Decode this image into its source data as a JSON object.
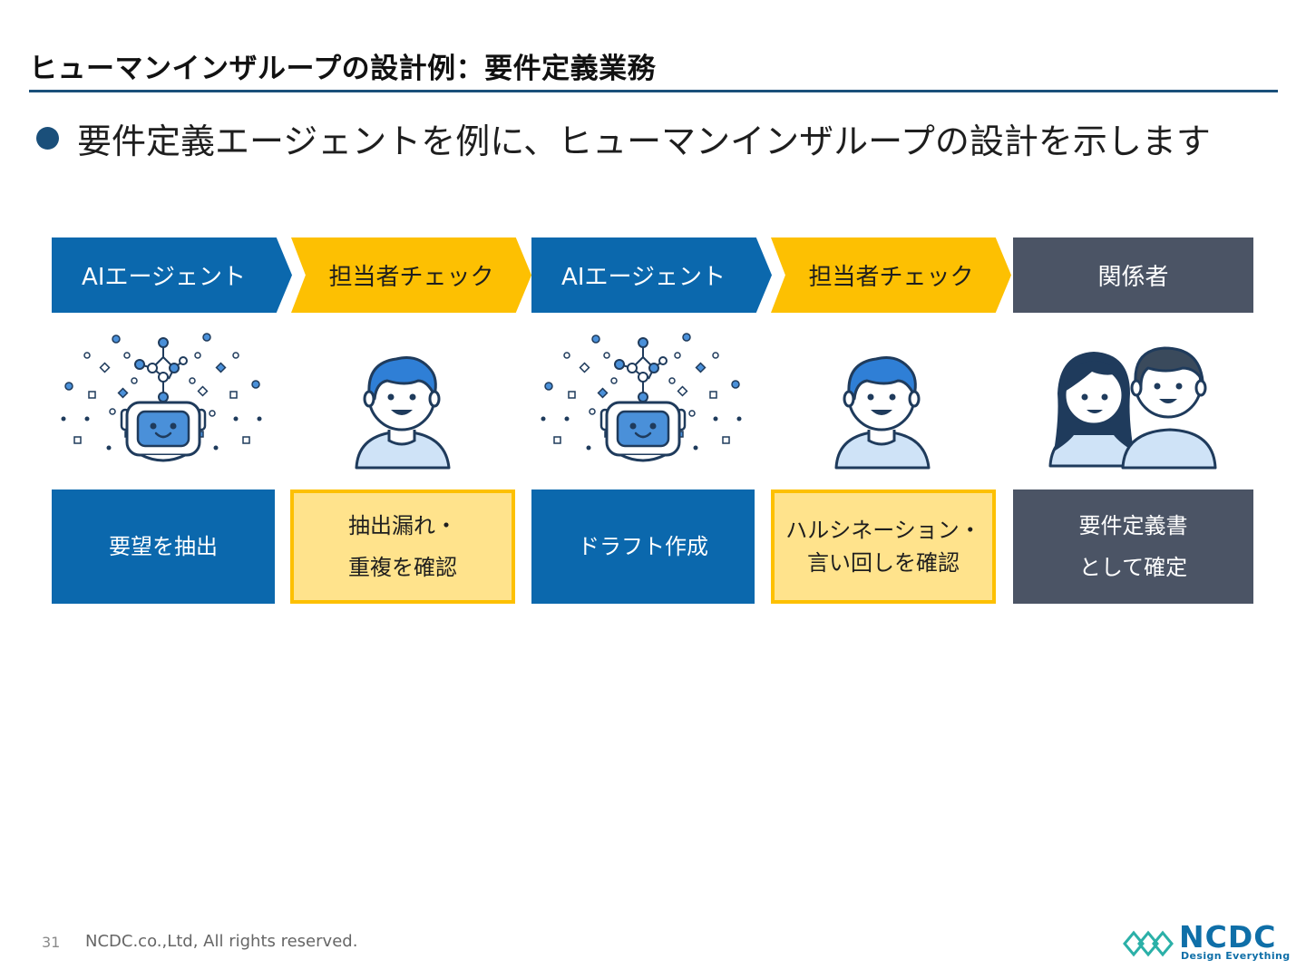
{
  "slide": {
    "title": "ヒューマンインザループの設計例：要件定義業務",
    "bullet": "要件定義エージェントを例に、ヒューマンインザループの設計を示します"
  },
  "flow": {
    "steps": [
      {
        "label": "AIエージェント",
        "color": "#0b68ad",
        "icon": "ai-robot-icon"
      },
      {
        "label": "担当者チェック",
        "color": "#fdc002",
        "icon": "person-icon"
      },
      {
        "label": "AIエージェント",
        "color": "#0b68ad",
        "icon": "ai-robot-icon"
      },
      {
        "label": "担当者チェック",
        "color": "#fdc002",
        "icon": "person-icon"
      },
      {
        "label": "関係者",
        "color": "#4b5465",
        "icon": "stakeholders-icon"
      }
    ],
    "tasks": [
      {
        "lines": [
          "要望を抽出"
        ]
      },
      {
        "lines": [
          "抽出漏れ・",
          "重複を確認"
        ]
      },
      {
        "lines": [
          "ドラフト作成"
        ]
      },
      {
        "lines": [
          "ハルシネーション・",
          "言い回しを確認"
        ]
      },
      {
        "lines": [
          "要件定義書",
          "として確定"
        ]
      }
    ]
  },
  "footer": {
    "page_number": "31",
    "copyright": "NCDC.co.,Ltd, All rights reserved.",
    "logo_name": "NCDC",
    "logo_tagline": "Design Everything"
  },
  "colors": {
    "accent_blue": "#0b68ad",
    "accent_yellow": "#fdc002",
    "light_yellow": "#ffe38c",
    "slate": "#4b5465",
    "title_rule": "#1a4f7a"
  }
}
